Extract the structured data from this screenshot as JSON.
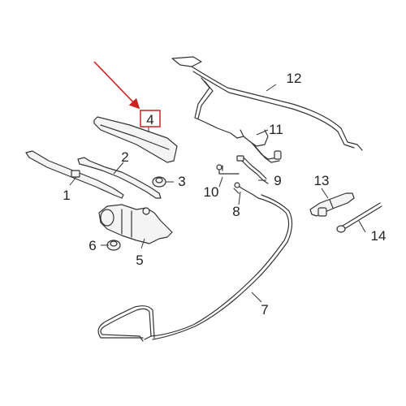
{
  "diagram": {
    "callouts": {
      "c1": "1",
      "c2": "2",
      "c3": "3",
      "c4": "4",
      "c5": "5",
      "c6": "6",
      "c7": "7",
      "c8": "8",
      "c9": "9",
      "c10": "10",
      "c11": "11",
      "c12": "12",
      "c13": "13",
      "c14": "14"
    },
    "highlight_color": "#cc2222",
    "line_color": "#333333"
  }
}
